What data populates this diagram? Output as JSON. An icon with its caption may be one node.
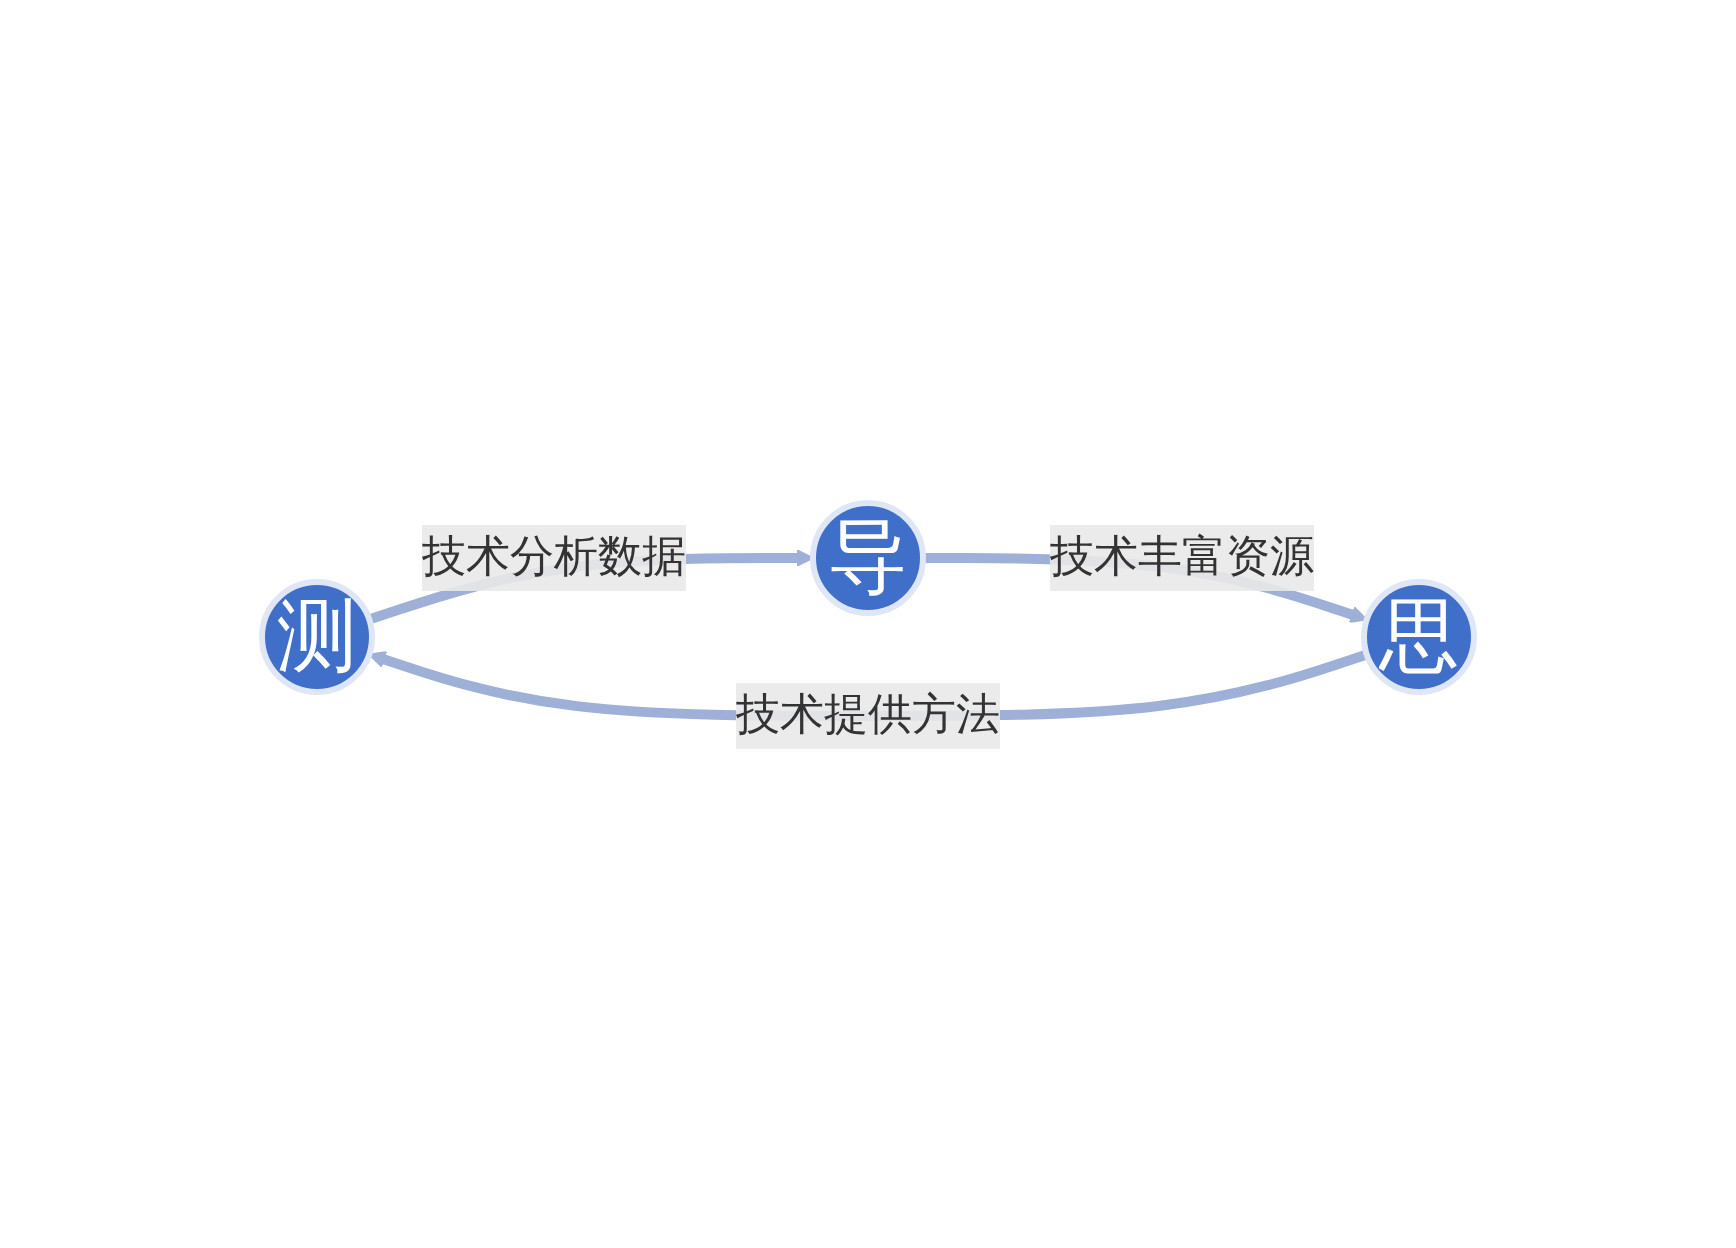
{
  "diagram": {
    "nodes": [
      {
        "text": [
          "测"
        ]
      },
      {
        "text": [
          "导"
        ]
      },
      {
        "text": [
          "思"
        ]
      }
    ],
    "edges": [
      {
        "from": 0,
        "to": 1,
        "arrow": "to",
        "label": "技术分析数据"
      },
      {
        "from": 1,
        "to": 2,
        "arrow": "to",
        "label": "技术丰富资源"
      },
      {
        "from": 2,
        "to": 0,
        "arrow": "to",
        "label": "技术提供方法"
      }
    ]
  }
}
